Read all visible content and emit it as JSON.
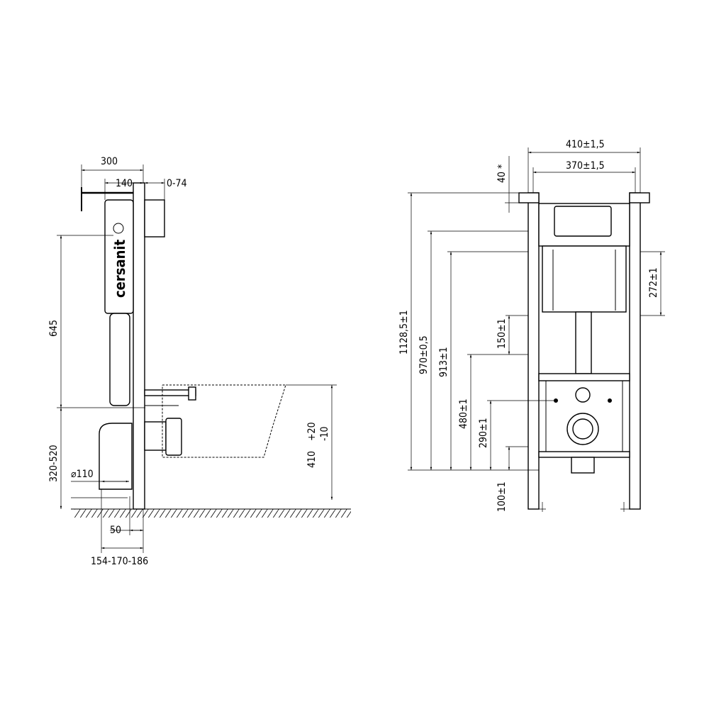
{
  "side_view": {
    "brand_logo": "cersanit",
    "dims": {
      "depth_total": "300",
      "depth_tank": "140",
      "adjust": "0-74",
      "height_645": "645",
      "height_range": "320-520",
      "pipe_diameter": "⌀110",
      "offset_50": "50",
      "outlet_depth": "154-170-186",
      "bowl_height": "410",
      "bowl_tol_plus": "+20",
      "bowl_tol_minus": "-10"
    }
  },
  "front_view": {
    "dims": {
      "width_outer": "410±1,5",
      "width_inner": "370±1,5",
      "top_40": "40 *",
      "height_total": "1128,5±1",
      "height_970": "970±0,5",
      "height_913": "913±1",
      "height_480": "480±1",
      "height_290": "290±1",
      "height_150": "150±1",
      "height_100": "100±1",
      "height_272": "272±1"
    }
  }
}
